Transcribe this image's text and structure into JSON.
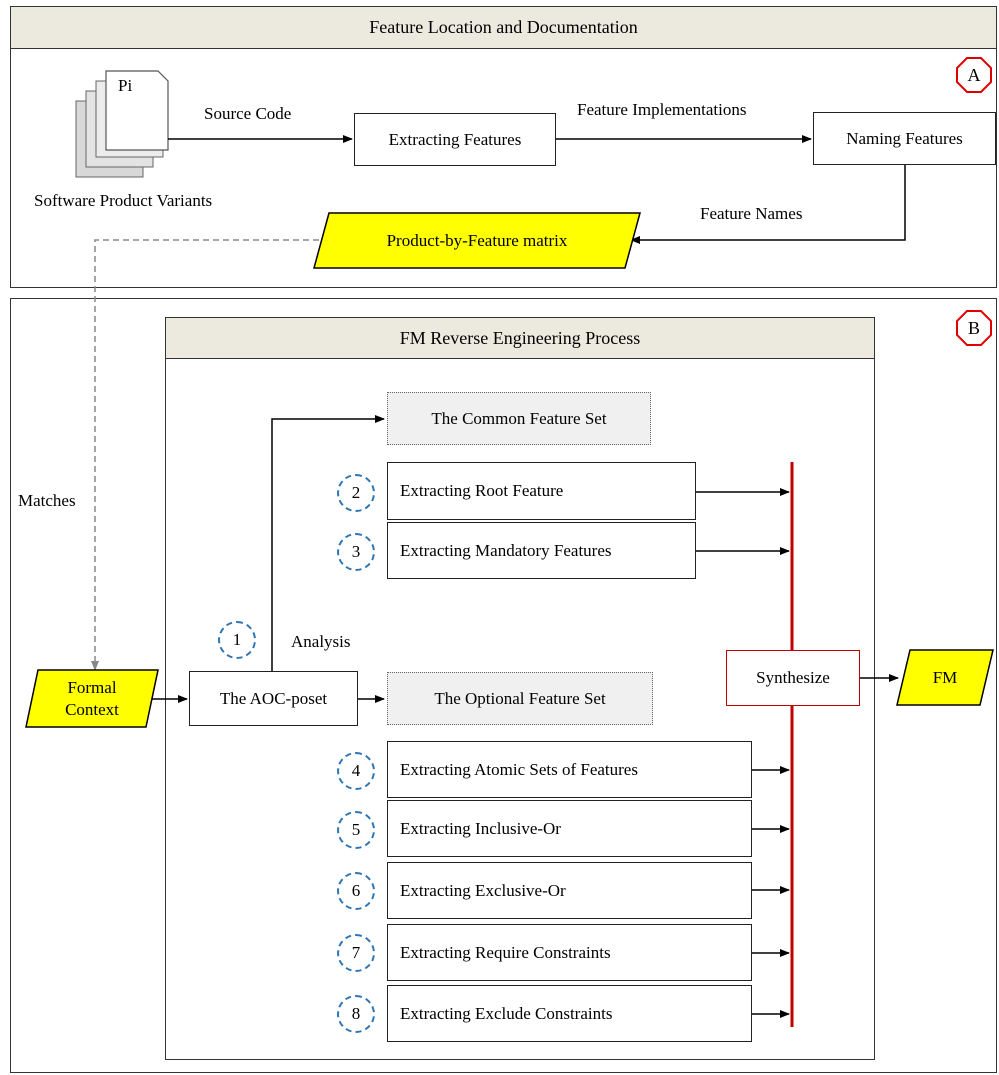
{
  "panel_a": {
    "title": "Feature Location and Documentation",
    "badge": "A",
    "doc_label": "Pi",
    "variants_label": "Software Product Variants",
    "source_code": "Source Code",
    "extracting_features": "Extracting  Features",
    "feature_implementations": "Feature  Implementations",
    "naming_features": "Naming  Features",
    "feature_names": "Feature  Names",
    "matrix": "Product-by-Feature  matrix"
  },
  "panel_b": {
    "badge": "B",
    "matches": "Matches",
    "formal_context": "Formal\nContext",
    "aoc_poset": "The  AOC-poset",
    "analysis": "Analysis",
    "process_title": "FM Reverse  Engineering  Process",
    "common_set": "The  Common  Feature  Set",
    "optional_set": "The  Optional  Feature  Set",
    "synthesize": "Synthesize",
    "fm": "FM",
    "step1": "1",
    "steps_common": [
      {
        "num": "2",
        "label": "Extracting  Root  Feature"
      },
      {
        "num": "3",
        "label": "Extracting  Mandatory  Features"
      }
    ],
    "steps_optional": [
      {
        "num": "4",
        "label": "Extracting  Atomic  Sets of Features"
      },
      {
        "num": "5",
        "label": "Extracting  Inclusive-Or"
      },
      {
        "num": "6",
        "label": "Extracting  Exclusive-Or"
      },
      {
        "num": "7",
        "label": "Extracting  Require  Constraints"
      },
      {
        "num": "8",
        "label": "Extracting  Exclude  Constraints"
      }
    ]
  },
  "colors": {
    "header_bg": "#ece9df",
    "yellow": "#ffff00",
    "red": "#c00000",
    "blue_dashed": "#2e75b6",
    "shade": "#f0f0f0"
  }
}
